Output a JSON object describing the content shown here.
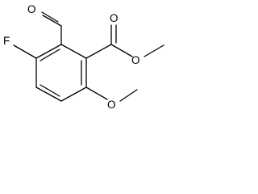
{
  "molecule": {
    "atoms": [
      {
        "id": "aldehyde-oxygen",
        "text": "O"
      },
      {
        "id": "ester-carbonyl-oxygen",
        "text": "O"
      },
      {
        "id": "ester-ether-oxygen",
        "text": "O"
      },
      {
        "id": "fluorine",
        "text": "F"
      },
      {
        "id": "methoxy-oxygen",
        "text": "O"
      }
    ]
  }
}
